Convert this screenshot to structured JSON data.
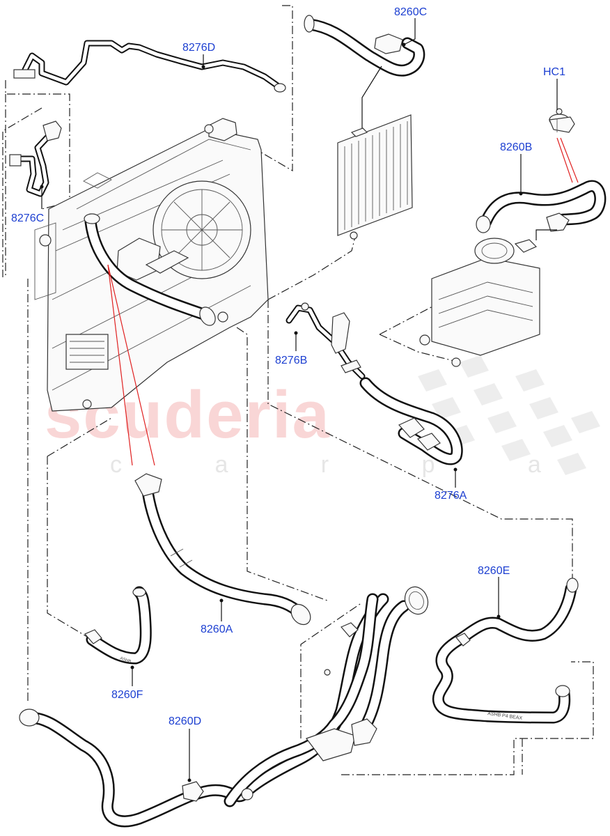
{
  "diagram": {
    "callouts": [
      {
        "id": "8276D",
        "label": "8276D"
      },
      {
        "id": "8260C",
        "label": "8260C"
      },
      {
        "id": "HC1",
        "label": "HC1"
      },
      {
        "id": "8260B",
        "label": "8260B"
      },
      {
        "id": "8276C",
        "label": "8276C"
      },
      {
        "id": "8276B",
        "label": "8276B"
      },
      {
        "id": "8276A",
        "label": "8276A"
      },
      {
        "id": "8260A",
        "label": "8260A"
      },
      {
        "id": "8260E",
        "label": "8260E"
      },
      {
        "id": "8260F",
        "label": "8260F"
      },
      {
        "id": "8260D",
        "label": "8260D"
      }
    ],
    "watermark": {
      "brand": "scuderia",
      "sub": "c a r  p a r t s"
    },
    "hose_markings": {
      "hose_8260e": "ASHB P4 BEAX",
      "hose_8260f": "ASHB"
    },
    "colors": {
      "callout_text": "#1c3fd1",
      "callout_line": "#111111",
      "highlight_lines": "#e02020",
      "watermark": "#f7c9c9"
    }
  }
}
